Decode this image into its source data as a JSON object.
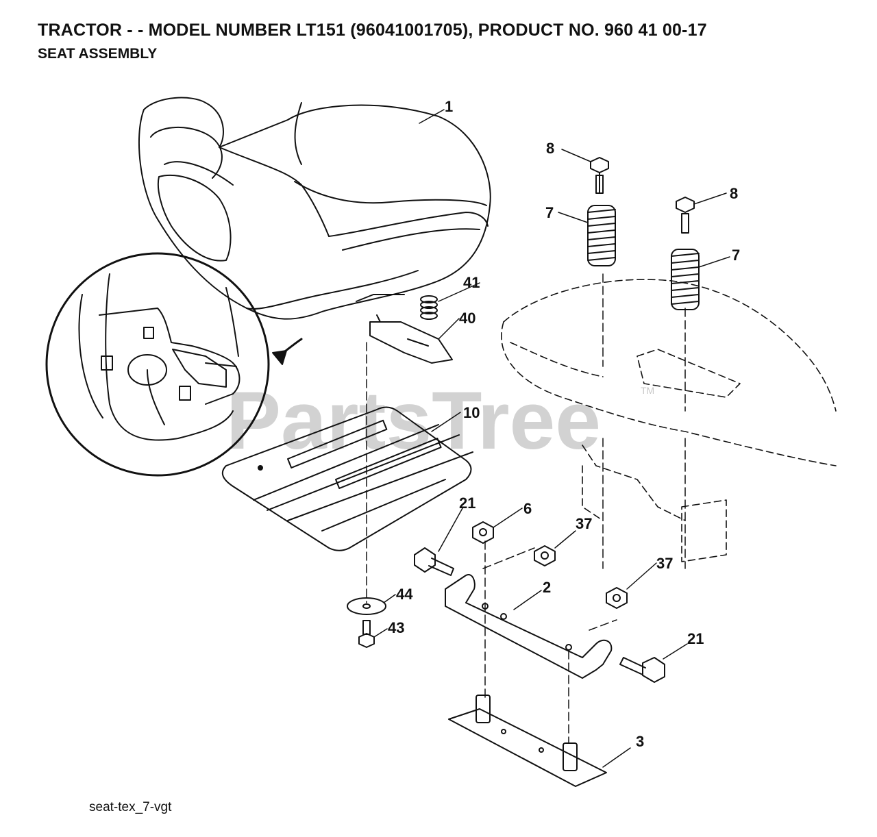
{
  "header": {
    "title": "TRACTOR - - MODEL NUMBER LT151 (96041001705), PRODUCT NO. 960 41 00-17",
    "subtitle": "SEAT ASSEMBLY"
  },
  "watermark": {
    "text": "PartsTree",
    "mark": "TM"
  },
  "footer": {
    "code": "seat-tex_7-vgt"
  },
  "callouts": {
    "c1": "1",
    "c8a": "8",
    "c8b": "8",
    "c7a": "7",
    "c7b": "7",
    "c41": "41",
    "c40": "40",
    "c10": "10",
    "c21a": "21",
    "c6": "6",
    "c37a": "37",
    "c37b": "37",
    "c2": "2",
    "c44": "44",
    "c43": "43",
    "c21b": "21",
    "c3": "3"
  },
  "colors": {
    "line": "#111111",
    "watermark": "#d2d2d2",
    "background": "#ffffff"
  }
}
